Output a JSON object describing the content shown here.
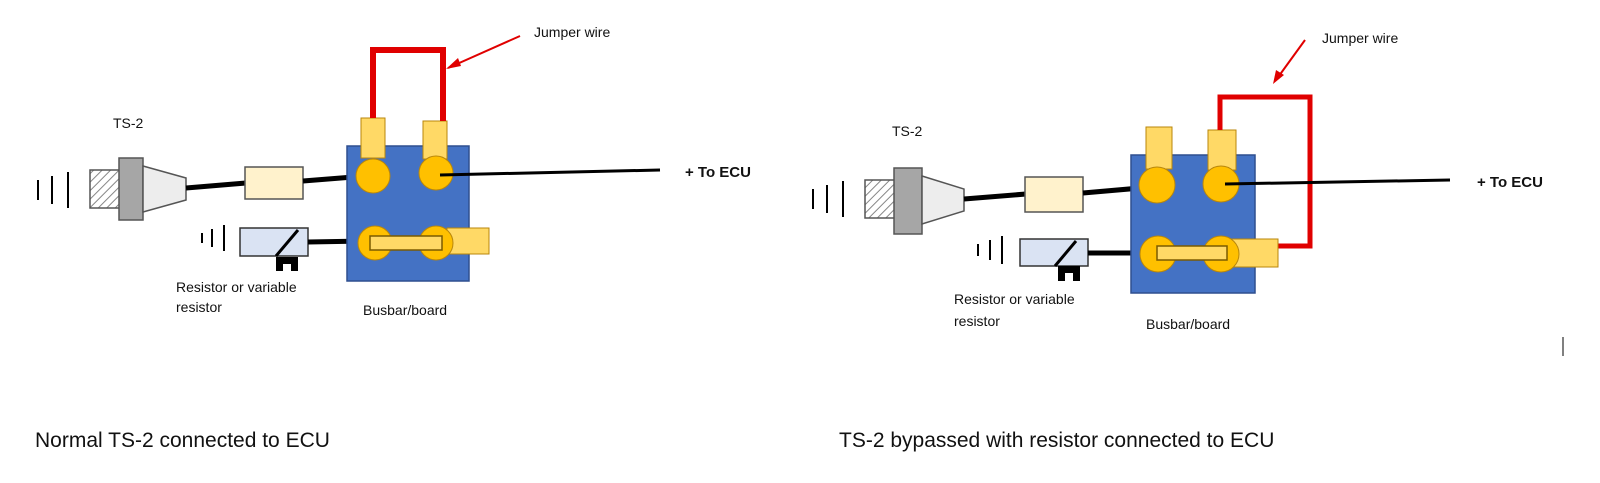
{
  "left_panel": {
    "sensor_label": "TS-2",
    "jumper_label": "Jumper wire",
    "ecu_label": "+ To ECU",
    "resistor_label_line1": "Resistor or variable",
    "resistor_label_line2": "resistor",
    "busbar_label": "Busbar/board",
    "caption": "Normal TS-2 connected to ECU"
  },
  "right_panel": {
    "sensor_label": "TS-2",
    "jumper_label": "Jumper wire",
    "ecu_label": "+ To ECU",
    "resistor_label_line1": "Resistor or variable",
    "resistor_label_line2": "resistor",
    "busbar_label": "Busbar/board",
    "caption": "TS-2 bypassed with resistor connected to ECU"
  },
  "colors": {
    "board": "#4472C4",
    "terminal": "#FFC000",
    "terminal_lug": "#FFD966",
    "jumper": "#E00000",
    "wire": "#000000",
    "connector": "#FFF2CC",
    "sensor_body": "#A6A6A6",
    "resistor_body": "#DAE3F3"
  }
}
